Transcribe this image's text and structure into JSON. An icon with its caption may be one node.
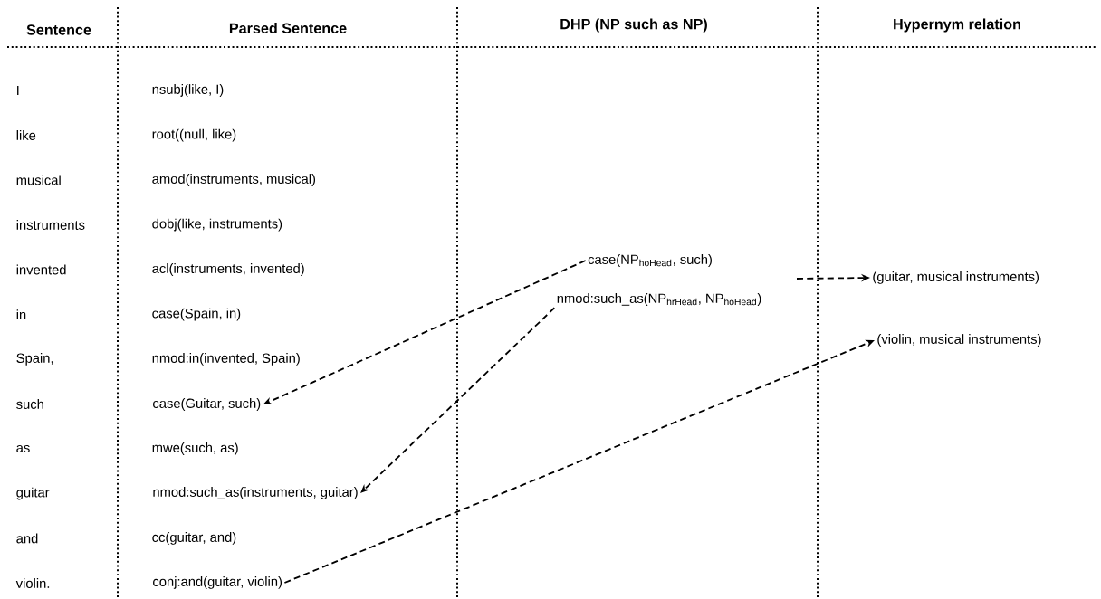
{
  "diagram": {
    "nodes": [
      {
        "text": [
          "case(NP$_{hoHead}$, such)"
        ]
      },
      {
        "text": [
          "nmod:such_as(NP$_{hrHead}$, NP$_{hoHead}$)"
        ]
      },
      {
        "text": [
          "case(Guitar, such)"
        ]
      },
      {
        "text": [
          "nmod:such_as(instruments, guitar)"
        ]
      },
      {
        "text": [
          "conj:and(guitar, violin)"
        ]
      },
      {
        "text": [
          "(guitar, musical instruments)"
        ]
      },
      {
        "text": [
          "(violin, musical instruments)"
        ]
      }
    ],
    "edges": [
      {
        "from": 0,
        "to": 2,
        "arrow": "to",
        "style": "dashed"
      },
      {
        "from": 1,
        "to": 3,
        "arrow": "to",
        "style": "dashed"
      },
      {
        "from": 4,
        "to": 6,
        "arrow": "to",
        "style": "dashed"
      },
      {
        "from": null,
        "to": 5,
        "arrow": "to",
        "style": "dashed"
      }
    ],
    "labels": [
      "Sentence",
      "Parsed Sentence",
      "DHP (NP such as NP)",
      "Hypernym relation",
      "I",
      "nsubj(like, I)",
      "like",
      "root((null, like)",
      "musical",
      "amod(instruments, musical)",
      "instruments",
      "dobj(like, instruments)",
      "invented",
      "acl(instruments, invented)",
      "in",
      "case(Spain, in)",
      "Spain,",
      "nmod:in(invented, Spain)",
      "such",
      "as",
      "mwe(such, as)",
      "guitar",
      "and",
      "cc(guitar, and)",
      "violin."
    ]
  }
}
